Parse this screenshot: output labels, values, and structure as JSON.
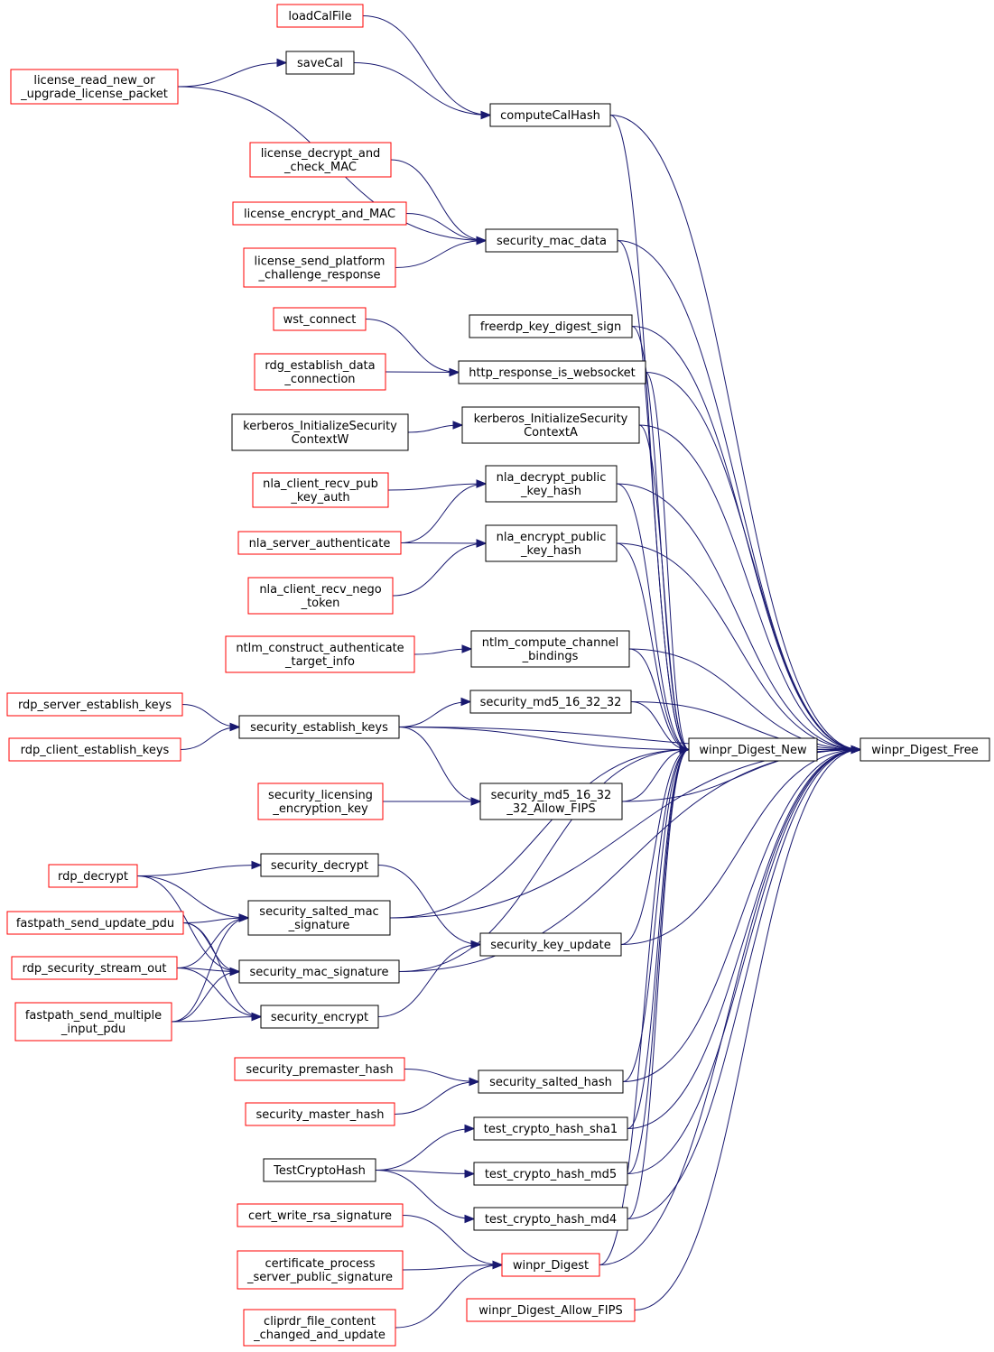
{
  "colors": {
    "edge": "#191970",
    "node_black": "#000000",
    "node_red": "#ff0000",
    "focus_fill": "#bfbfbf"
  },
  "nodes": [
    {
      "id": "loadCalFile",
      "label": [
        "loadCalFile"
      ],
      "style": "red"
    },
    {
      "id": "saveCal",
      "label": [
        "saveCal"
      ],
      "style": "black"
    },
    {
      "id": "license_read_new_or_upgrade",
      "label": [
        "license_read_new_or",
        "_upgrade_license_packet"
      ],
      "style": "red"
    },
    {
      "id": "computeCalHash",
      "label": [
        "computeCalHash"
      ],
      "style": "black"
    },
    {
      "id": "license_decrypt_and_check_MAC",
      "label": [
        "license_decrypt_and",
        "_check_MAC"
      ],
      "style": "red"
    },
    {
      "id": "license_encrypt_and_MAC",
      "label": [
        "license_encrypt_and_MAC"
      ],
      "style": "red"
    },
    {
      "id": "license_send_platform",
      "label": [
        "license_send_platform",
        "_challenge_response"
      ],
      "style": "red"
    },
    {
      "id": "security_mac_data",
      "label": [
        "security_mac_data"
      ],
      "style": "black"
    },
    {
      "id": "wst_connect",
      "label": [
        "wst_connect"
      ],
      "style": "red"
    },
    {
      "id": "freerdp_key_digest_sign",
      "label": [
        "freerdp_key_digest_sign"
      ],
      "style": "black"
    },
    {
      "id": "rdg_establish_data",
      "label": [
        "rdg_establish_data",
        "_connection"
      ],
      "style": "red"
    },
    {
      "id": "http_response_is_websocket",
      "label": [
        "http_response_is_websocket"
      ],
      "style": "black"
    },
    {
      "id": "kerberos_W",
      "label": [
        "kerberos_InitializeSecurity",
        "ContextW"
      ],
      "style": "black"
    },
    {
      "id": "kerberos_A",
      "label": [
        "kerberos_InitializeSecurity",
        "ContextA"
      ],
      "style": "black"
    },
    {
      "id": "nla_client_recv_pub",
      "label": [
        "nla_client_recv_pub",
        "_key_auth"
      ],
      "style": "red"
    },
    {
      "id": "nla_decrypt_public",
      "label": [
        "nla_decrypt_public",
        "_key_hash"
      ],
      "style": "black"
    },
    {
      "id": "nla_server_authenticate",
      "label": [
        "nla_server_authenticate"
      ],
      "style": "red"
    },
    {
      "id": "nla_encrypt_public",
      "label": [
        "nla_encrypt_public",
        "_key_hash"
      ],
      "style": "black"
    },
    {
      "id": "nla_client_recv_nego",
      "label": [
        "nla_client_recv_nego",
        "_token"
      ],
      "style": "red"
    },
    {
      "id": "ntlm_construct",
      "label": [
        "ntlm_construct_authenticate",
        "_target_info"
      ],
      "style": "red"
    },
    {
      "id": "ntlm_compute",
      "label": [
        "ntlm_compute_channel",
        "_bindings"
      ],
      "style": "black"
    },
    {
      "id": "rdp_server_establish_keys",
      "label": [
        "rdp_server_establish_keys"
      ],
      "style": "red"
    },
    {
      "id": "security_md5_16_32_32",
      "label": [
        "security_md5_16_32_32"
      ],
      "style": "black"
    },
    {
      "id": "security_establish_keys",
      "label": [
        "security_establish_keys"
      ],
      "style": "black"
    },
    {
      "id": "rdp_client_establish_keys",
      "label": [
        "rdp_client_establish_keys"
      ],
      "style": "red"
    },
    {
      "id": "winpr_Digest_New",
      "label": [
        "winpr_Digest_New"
      ],
      "style": "black"
    },
    {
      "id": "winpr_Digest_Free",
      "label": [
        "winpr_Digest_Free"
      ],
      "style": "focus"
    },
    {
      "id": "security_licensing",
      "label": [
        "security_licensing",
        "_encryption_key"
      ],
      "style": "red"
    },
    {
      "id": "security_md5_fips",
      "label": [
        "security_md5_16_32",
        "_32_Allow_FIPS"
      ],
      "style": "black"
    },
    {
      "id": "security_decrypt",
      "label": [
        "security_decrypt"
      ],
      "style": "black"
    },
    {
      "id": "rdp_decrypt",
      "label": [
        "rdp_decrypt"
      ],
      "style": "red"
    },
    {
      "id": "security_salted_mac",
      "label": [
        "security_salted_mac",
        "_signature"
      ],
      "style": "black"
    },
    {
      "id": "fastpath_send_update_pdu",
      "label": [
        "fastpath_send_update_pdu"
      ],
      "style": "red"
    },
    {
      "id": "security_key_update",
      "label": [
        "security_key_update"
      ],
      "style": "black"
    },
    {
      "id": "rdp_security_stream_out",
      "label": [
        "rdp_security_stream_out"
      ],
      "style": "red"
    },
    {
      "id": "security_mac_signature",
      "label": [
        "security_mac_signature"
      ],
      "style": "black"
    },
    {
      "id": "fastpath_send_multiple",
      "label": [
        "fastpath_send_multiple",
        "_input_pdu"
      ],
      "style": "red"
    },
    {
      "id": "security_encrypt",
      "label": [
        "security_encrypt"
      ],
      "style": "black"
    },
    {
      "id": "security_premaster_hash",
      "label": [
        "security_premaster_hash"
      ],
      "style": "red"
    },
    {
      "id": "security_salted_hash",
      "label": [
        "security_salted_hash"
      ],
      "style": "black"
    },
    {
      "id": "security_master_hash",
      "label": [
        "security_master_hash"
      ],
      "style": "red"
    },
    {
      "id": "test_crypto_hash_sha1",
      "label": [
        "test_crypto_hash_sha1"
      ],
      "style": "black"
    },
    {
      "id": "TestCryptoHash",
      "label": [
        "TestCryptoHash"
      ],
      "style": "black"
    },
    {
      "id": "test_crypto_hash_md5",
      "label": [
        "test_crypto_hash_md5"
      ],
      "style": "black"
    },
    {
      "id": "test_crypto_hash_md4",
      "label": [
        "test_crypto_hash_md4"
      ],
      "style": "black"
    },
    {
      "id": "cert_write_rsa_signature",
      "label": [
        "cert_write_rsa_signature"
      ],
      "style": "red"
    },
    {
      "id": "winpr_Digest",
      "label": [
        "winpr_Digest"
      ],
      "style": "red"
    },
    {
      "id": "certificate_process",
      "label": [
        "certificate_process",
        "_server_public_signature"
      ],
      "style": "red"
    },
    {
      "id": "cliprdr_file_content",
      "label": [
        "cliprdr_file_content",
        "_changed_and_update"
      ],
      "style": "red"
    },
    {
      "id": "winpr_Digest_Allow_FIPS",
      "label": [
        "winpr_Digest_Allow_FIPS"
      ],
      "style": "red"
    }
  ],
  "edges": [
    [
      "saveCal",
      "license_read_new_or_upgrade"
    ],
    [
      "computeCalHash",
      "loadCalFile"
    ],
    [
      "computeCalHash",
      "saveCal"
    ],
    [
      "security_mac_data",
      "license_read_new_or_upgrade"
    ],
    [
      "security_mac_data",
      "license_decrypt_and_check_MAC"
    ],
    [
      "security_mac_data",
      "license_encrypt_and_MAC"
    ],
    [
      "security_mac_data",
      "license_send_platform"
    ],
    [
      "http_response_is_websocket",
      "wst_connect"
    ],
    [
      "http_response_is_websocket",
      "rdg_establish_data"
    ],
    [
      "kerberos_A",
      "kerberos_W"
    ],
    [
      "nla_decrypt_public",
      "nla_client_recv_pub"
    ],
    [
      "nla_decrypt_public",
      "nla_server_authenticate"
    ],
    [
      "nla_encrypt_public",
      "nla_server_authenticate"
    ],
    [
      "nla_encrypt_public",
      "nla_client_recv_nego"
    ],
    [
      "ntlm_compute",
      "ntlm_construct"
    ],
    [
      "security_md5_16_32_32",
      "security_establish_keys"
    ],
    [
      "security_establish_keys",
      "rdp_server_establish_keys"
    ],
    [
      "security_establish_keys",
      "rdp_client_establish_keys"
    ],
    [
      "security_md5_fips",
      "security_establish_keys"
    ],
    [
      "security_md5_fips",
      "security_licensing"
    ],
    [
      "security_decrypt",
      "rdp_decrypt"
    ],
    [
      "security_salted_mac",
      "rdp_decrypt"
    ],
    [
      "security_salted_mac",
      "fastpath_send_update_pdu"
    ],
    [
      "security_salted_mac",
      "rdp_security_stream_out"
    ],
    [
      "security_salted_mac",
      "fastpath_send_multiple"
    ],
    [
      "security_mac_signature",
      "rdp_decrypt"
    ],
    [
      "security_mac_signature",
      "fastpath_send_update_pdu"
    ],
    [
      "security_mac_signature",
      "rdp_security_stream_out"
    ],
    [
      "security_mac_signature",
      "fastpath_send_multiple"
    ],
    [
      "security_encrypt",
      "fastpath_send_update_pdu"
    ],
    [
      "security_encrypt",
      "rdp_security_stream_out"
    ],
    [
      "security_encrypt",
      "fastpath_send_multiple"
    ],
    [
      "security_key_update",
      "security_decrypt"
    ],
    [
      "security_key_update",
      "security_encrypt"
    ],
    [
      "security_salted_hash",
      "security_premaster_hash"
    ],
    [
      "security_salted_hash",
      "security_master_hash"
    ],
    [
      "test_crypto_hash_sha1",
      "TestCryptoHash"
    ],
    [
      "test_crypto_hash_md5",
      "TestCryptoHash"
    ],
    [
      "test_crypto_hash_md4",
      "TestCryptoHash"
    ],
    [
      "winpr_Digest",
      "cert_write_rsa_signature"
    ],
    [
      "winpr_Digest",
      "certificate_process"
    ],
    [
      "winpr_Digest",
      "cliprdr_file_content"
    ],
    [
      "winpr_Digest_New",
      "computeCalHash"
    ],
    [
      "winpr_Digest_New",
      "security_mac_data"
    ],
    [
      "winpr_Digest_New",
      "freerdp_key_digest_sign"
    ],
    [
      "winpr_Digest_New",
      "http_response_is_websocket"
    ],
    [
      "winpr_Digest_New",
      "kerberos_A"
    ],
    [
      "winpr_Digest_New",
      "nla_decrypt_public"
    ],
    [
      "winpr_Digest_New",
      "nla_encrypt_public"
    ],
    [
      "winpr_Digest_New",
      "ntlm_compute"
    ],
    [
      "winpr_Digest_New",
      "security_md5_16_32_32"
    ],
    [
      "winpr_Digest_New",
      "security_establish_keys"
    ],
    [
      "winpr_Digest_New",
      "security_md5_fips"
    ],
    [
      "winpr_Digest_New",
      "security_salted_mac"
    ],
    [
      "winpr_Digest_New",
      "security_key_update"
    ],
    [
      "winpr_Digest_New",
      "security_mac_signature"
    ],
    [
      "winpr_Digest_New",
      "security_salted_hash"
    ],
    [
      "winpr_Digest_New",
      "test_crypto_hash_sha1"
    ],
    [
      "winpr_Digest_New",
      "test_crypto_hash_md5"
    ],
    [
      "winpr_Digest_New",
      "test_crypto_hash_md4"
    ],
    [
      "winpr_Digest_New",
      "winpr_Digest"
    ],
    [
      "winpr_Digest_Free",
      "winpr_Digest_New"
    ],
    [
      "winpr_Digest_Free",
      "computeCalHash"
    ],
    [
      "winpr_Digest_Free",
      "security_mac_data"
    ],
    [
      "winpr_Digest_Free",
      "freerdp_key_digest_sign"
    ],
    [
      "winpr_Digest_Free",
      "http_response_is_websocket"
    ],
    [
      "winpr_Digest_Free",
      "kerberos_A"
    ],
    [
      "winpr_Digest_Free",
      "nla_decrypt_public"
    ],
    [
      "winpr_Digest_Free",
      "nla_encrypt_public"
    ],
    [
      "winpr_Digest_Free",
      "ntlm_compute"
    ],
    [
      "winpr_Digest_Free",
      "security_md5_16_32_32"
    ],
    [
      "winpr_Digest_Free",
      "security_establish_keys"
    ],
    [
      "winpr_Digest_Free",
      "security_md5_fips"
    ],
    [
      "winpr_Digest_Free",
      "security_salted_mac"
    ],
    [
      "winpr_Digest_Free",
      "security_key_update"
    ],
    [
      "winpr_Digest_Free",
      "security_mac_signature"
    ],
    [
      "winpr_Digest_Free",
      "security_salted_hash"
    ],
    [
      "winpr_Digest_Free",
      "test_crypto_hash_sha1"
    ],
    [
      "winpr_Digest_Free",
      "test_crypto_hash_md5"
    ],
    [
      "winpr_Digest_Free",
      "test_crypto_hash_md4"
    ],
    [
      "winpr_Digest_Free",
      "winpr_Digest"
    ],
    [
      "winpr_Digest_Free",
      "winpr_Digest_Allow_FIPS"
    ]
  ]
}
